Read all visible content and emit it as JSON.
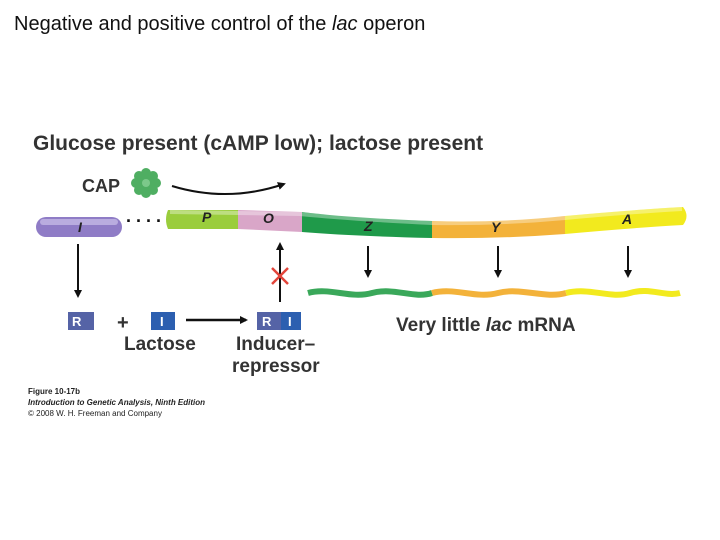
{
  "slide": {
    "title_prefix": "Negative and positive control of the",
    "title_italic": "lac",
    "title_suffix": "operon"
  },
  "diagram": {
    "heading": "Glucose present (cAMP low); lactose present",
    "cap_label": "CAP",
    "regions": {
      "i": "I",
      "p": "P",
      "o": "O",
      "z": "Z",
      "y": "Y",
      "a": "A"
    },
    "repressor_letter": "R",
    "inducer_letter": "I",
    "plus": "+",
    "lactose_label": "Lactose",
    "inducer_repressor_line1": "Inducer–",
    "inducer_repressor_line2": "repressor",
    "mrna_prefix": "Very little",
    "mrna_italic": "lac",
    "mrna_suffix": "mRNA",
    "colors": {
      "i_gene": "#8f7cc6",
      "promoter": "#9acd3c",
      "operator": "#d9a6c8",
      "z_gene": "#1f9a4a",
      "y_gene": "#f3b23a",
      "a_gene": "#f2ea1e",
      "cap": "#4fae62",
      "protein_box": "#5563a6",
      "inducer_box": "#2c5fb0",
      "block_x": "#e2443a"
    }
  },
  "credit": {
    "figure": "Figure 10-17b",
    "book": "Introduction to Genetic Analysis, Ninth Edition",
    "copyright": "© 2008 W. H. Freeman and Company"
  }
}
